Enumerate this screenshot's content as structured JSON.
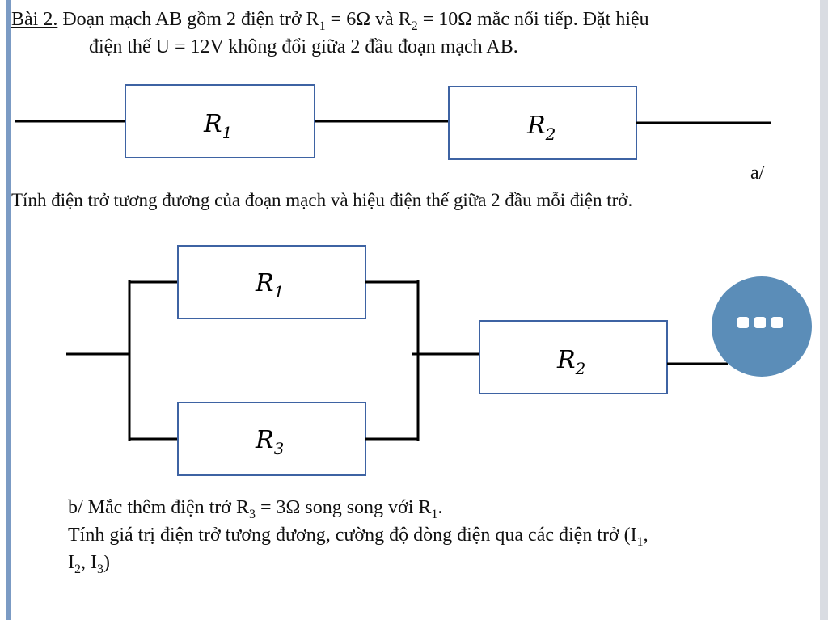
{
  "problem": {
    "title_label": "Bài 2.",
    "intro_1": "Đoạn mạch AB gồm 2 điện trở R",
    "r1_sub": "1",
    "intro_2": " = 6Ω và R",
    "r2_sub": "2",
    "intro_3": " = 10Ω mắc nối tiếp. Đặt hiệu",
    "intro_line2": "điện thế U = 12V không đổi giữa 2 đầu đoạn mạch AB.",
    "part_a_label": "a/",
    "part_a_text": "Tính điện trở tương đương của đoạn mạch và hiệu điện thế giữa 2 đầu mỗi điện trở.",
    "part_b_1": "b/ Mắc thêm điện trở R",
    "part_b_r3_sub": "3",
    "part_b_2": " = 3Ω song song với R",
    "part_b_r1_sub": "1",
    "part_b_3": ".",
    "part_b_line2": "Tính giá trị điện trở tương đương, cường độ dòng điện qua các điện trở (I",
    "part_b_i1_sub": "1",
    "part_b_line2_end": ",",
    "part_b_line3_i2": "I",
    "part_b_i2_sub": "2",
    "part_b_line3_sep": ", I",
    "part_b_i3_sub": "3",
    "part_b_line3_end": ")"
  },
  "circuit_a": {
    "r1_symbol": "R",
    "r1_index": "1",
    "r2_symbol": "R",
    "r2_index": "2"
  },
  "circuit_b": {
    "r1_symbol": "R",
    "r1_index": "1",
    "r2_symbol": "R",
    "r2_index": "2",
    "r3_symbol": "R",
    "r3_index": "3"
  },
  "more_button": {
    "icon": "more-dots-icon",
    "color": "#5b8db8"
  }
}
